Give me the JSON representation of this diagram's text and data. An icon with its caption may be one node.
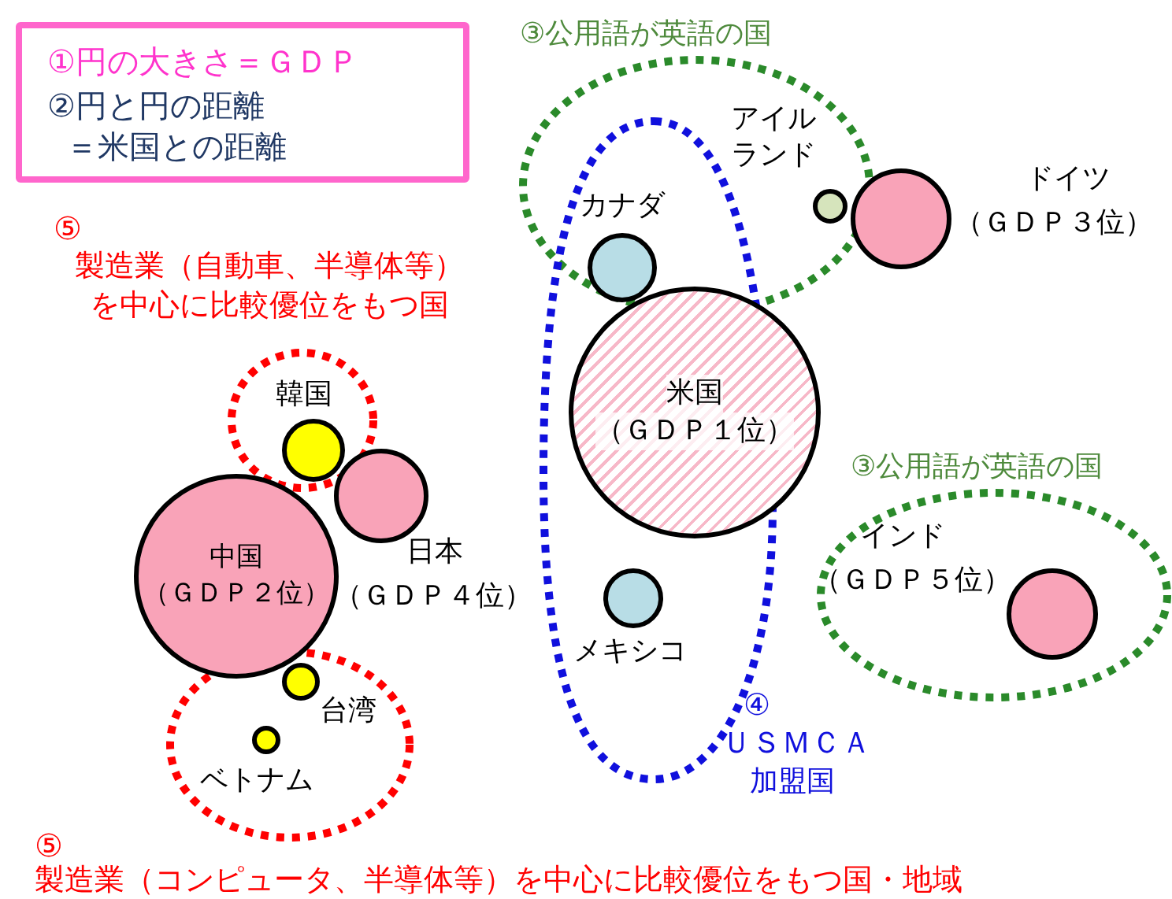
{
  "diagram": {
    "nodes": [
      {
        "text": [
          "①円の大きさ＝ＧＤＰ",
          "②円と円の距離＝米国との距離"
        ]
      },
      {
        "text": [
          "③公用語が英語の国"
        ]
      },
      {
        "text": [
          "④",
          "ＵＳＭＣＡ",
          "加盟国"
        ]
      },
      {
        "text": [
          "③公用語が英語の国"
        ]
      },
      {
        "text": [
          "⑤",
          "製造業（自動車、半導体等）を中心に比較優位をもつ国"
        ]
      },
      {
        "text": [
          "⑤",
          "製造業（コンピュータ、半導体等）を中心に比較優位をもつ国・地域"
        ]
      },
      {
        "text": [],
        "shape": "circle",
        "beside": [
          "アイルランド"
        ],
        "in": 1
      },
      {
        "text": [],
        "shape": "circle",
        "beside": [
          "ドイツ",
          "（ＧＤＰ３位）"
        ]
      },
      {
        "text": [],
        "shape": "circle",
        "beside": [
          "カナダ"
        ]
      },
      {
        "text": [
          "米国",
          "（ＧＤＰ１位）"
        ]
      },
      {
        "text": [],
        "shape": "circle",
        "beside": [
          "韓国"
        ],
        "in": 4
      },
      {
        "text": [],
        "shape": "circle",
        "beside": [
          "日本",
          "（ＧＤＰ４位）"
        ]
      },
      {
        "text": [
          "中国",
          "（ＧＤＰ２位）"
        ]
      },
      {
        "text": [],
        "shape": "circle",
        "beside": [
          "メキシコ"
        ],
        "in": 2
      },
      {
        "text": [],
        "shape": "circle",
        "beside": [
          "インド",
          "（ＧＤＰ５位）"
        ],
        "in": 3
      },
      {
        "text": [],
        "shape": "circle",
        "beside": [
          "台湾"
        ],
        "in": 5
      },
      {
        "text": [],
        "shape": "circle",
        "beside": [
          "ベトナム"
        ],
        "in": 5
      }
    ]
  }
}
